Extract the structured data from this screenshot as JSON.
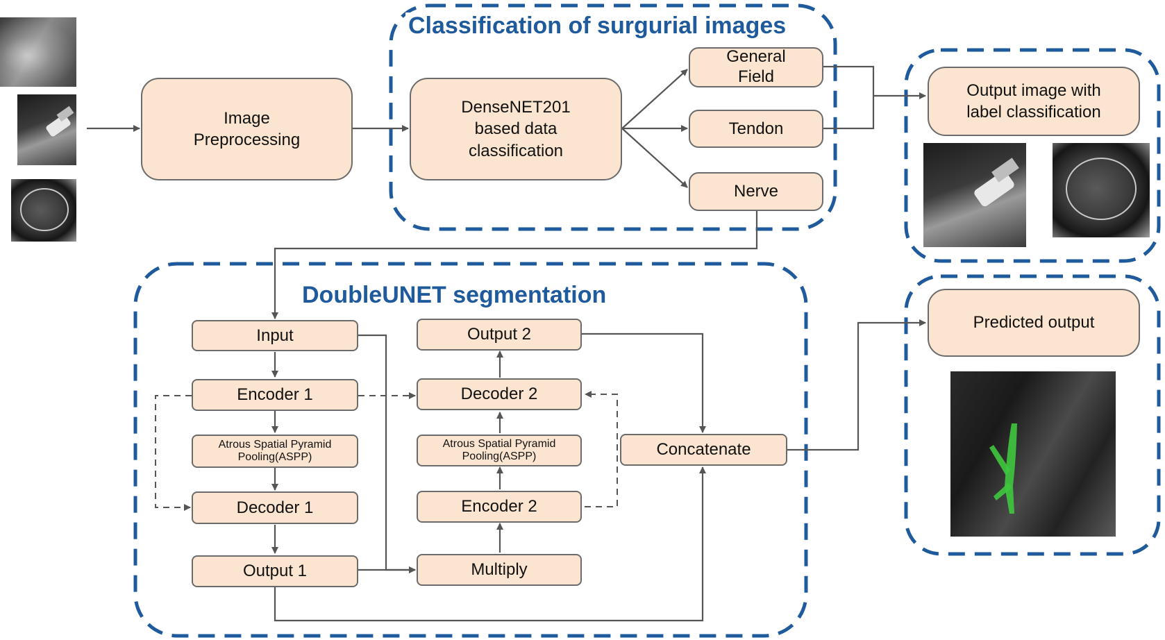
{
  "groups": {
    "classification": "Classification of surgurial images",
    "segmentation": "DoubleUNET segmentation"
  },
  "nodes": {
    "image_preprocessing": "Image\nPreprocessing",
    "densenet": "DenseNET201\nbased data\nclassification",
    "general_field": "General\nField",
    "tendon": "Tendon",
    "nerve": "Nerve",
    "output_label": "Output image with\nlabel classification",
    "predicted_output": "Predicted output",
    "input": "Input",
    "encoder1": "Encoder 1",
    "aspp1": "Atrous Spatial Pyramid\nPooling(ASPP)",
    "decoder1": "Decoder 1",
    "output1": "Output  1",
    "output2": "Output 2",
    "decoder2": "Decoder 2",
    "aspp2": "Atrous Spatial Pyramid\nPooling(ASPP)",
    "encoder2": "Encoder 2",
    "multiply": "Multiply",
    "concatenate": "Concatenate"
  },
  "colors": {
    "box_fill": "#fbe5d0",
    "box_border": "#6b6b6b",
    "group_border": "#1f5b9c",
    "arrow": "#555555",
    "segmentation_overlay": "#3fc83f"
  }
}
